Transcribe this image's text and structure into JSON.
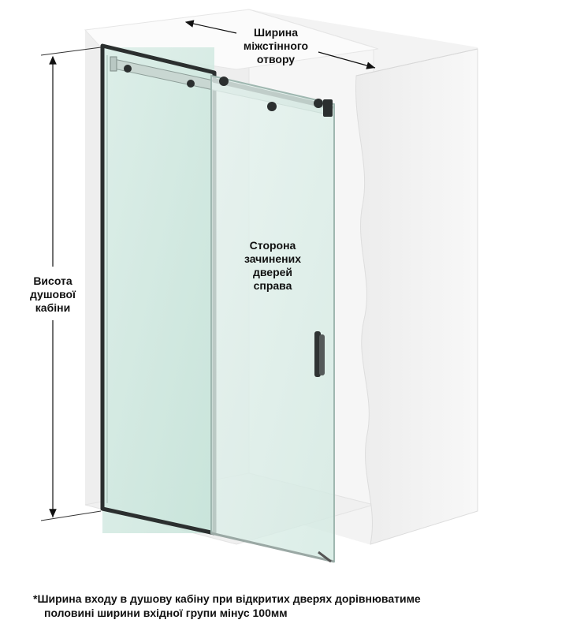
{
  "labels": {
    "opening_width": [
      "Ширина",
      "міжстінного",
      "отвору"
    ],
    "cabin_height": [
      "Висота",
      "душової",
      "кабіни"
    ],
    "closing_side": [
      "Сторона",
      "зачинених",
      "дверей",
      "справа"
    ]
  },
  "footnote": {
    "line1": "*Ширина входу в душову кабіну при відкритих дверях дорівнюватиме",
    "line2": "половині ширини вхідної групи мінус 100мм"
  },
  "colors": {
    "wall": "#f2f2f2",
    "wall_shadow": "#e2e2e2",
    "glass": "#d3ebe3",
    "frame": "#2b2f2f",
    "rail": "#3a3e3e",
    "text": "#111111"
  },
  "icons": [
    "door-handle-icon",
    "roller-icon",
    "arrow-icon"
  ]
}
